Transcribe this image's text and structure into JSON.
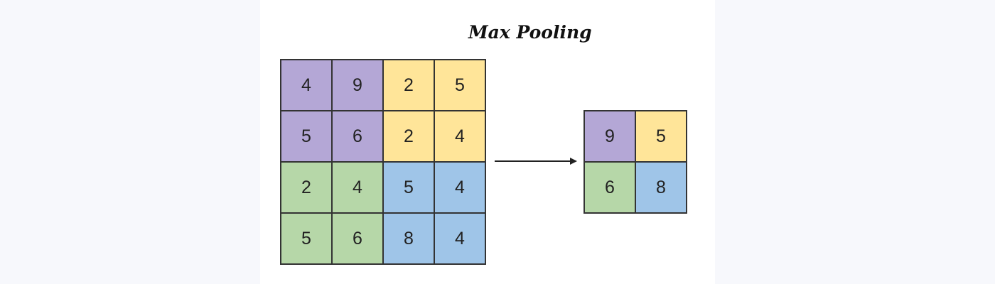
{
  "title": "Max Pooling",
  "colors": {
    "purple": "#b4a7d6",
    "yellow": "#ffe599",
    "green": "#b6d7a8",
    "blue": "#9fc5e8"
  },
  "input_grid": [
    [
      {
        "value": "4",
        "color": "purple"
      },
      {
        "value": "9",
        "color": "purple"
      },
      {
        "value": "2",
        "color": "yellow"
      },
      {
        "value": "5",
        "color": "yellow"
      }
    ],
    [
      {
        "value": "5",
        "color": "purple"
      },
      {
        "value": "6",
        "color": "purple"
      },
      {
        "value": "2",
        "color": "yellow"
      },
      {
        "value": "4",
        "color": "yellow"
      }
    ],
    [
      {
        "value": "2",
        "color": "green"
      },
      {
        "value": "4",
        "color": "green"
      },
      {
        "value": "5",
        "color": "blue"
      },
      {
        "value": "4",
        "color": "blue"
      }
    ],
    [
      {
        "value": "5",
        "color": "green"
      },
      {
        "value": "6",
        "color": "green"
      },
      {
        "value": "8",
        "color": "blue"
      },
      {
        "value": "4",
        "color": "blue"
      }
    ]
  ],
  "output_grid": [
    [
      {
        "value": "9",
        "color": "purple"
      },
      {
        "value": "5",
        "color": "yellow"
      }
    ],
    [
      {
        "value": "6",
        "color": "green"
      },
      {
        "value": "8",
        "color": "blue"
      }
    ]
  ],
  "arrow_icon": "right-arrow-icon"
}
